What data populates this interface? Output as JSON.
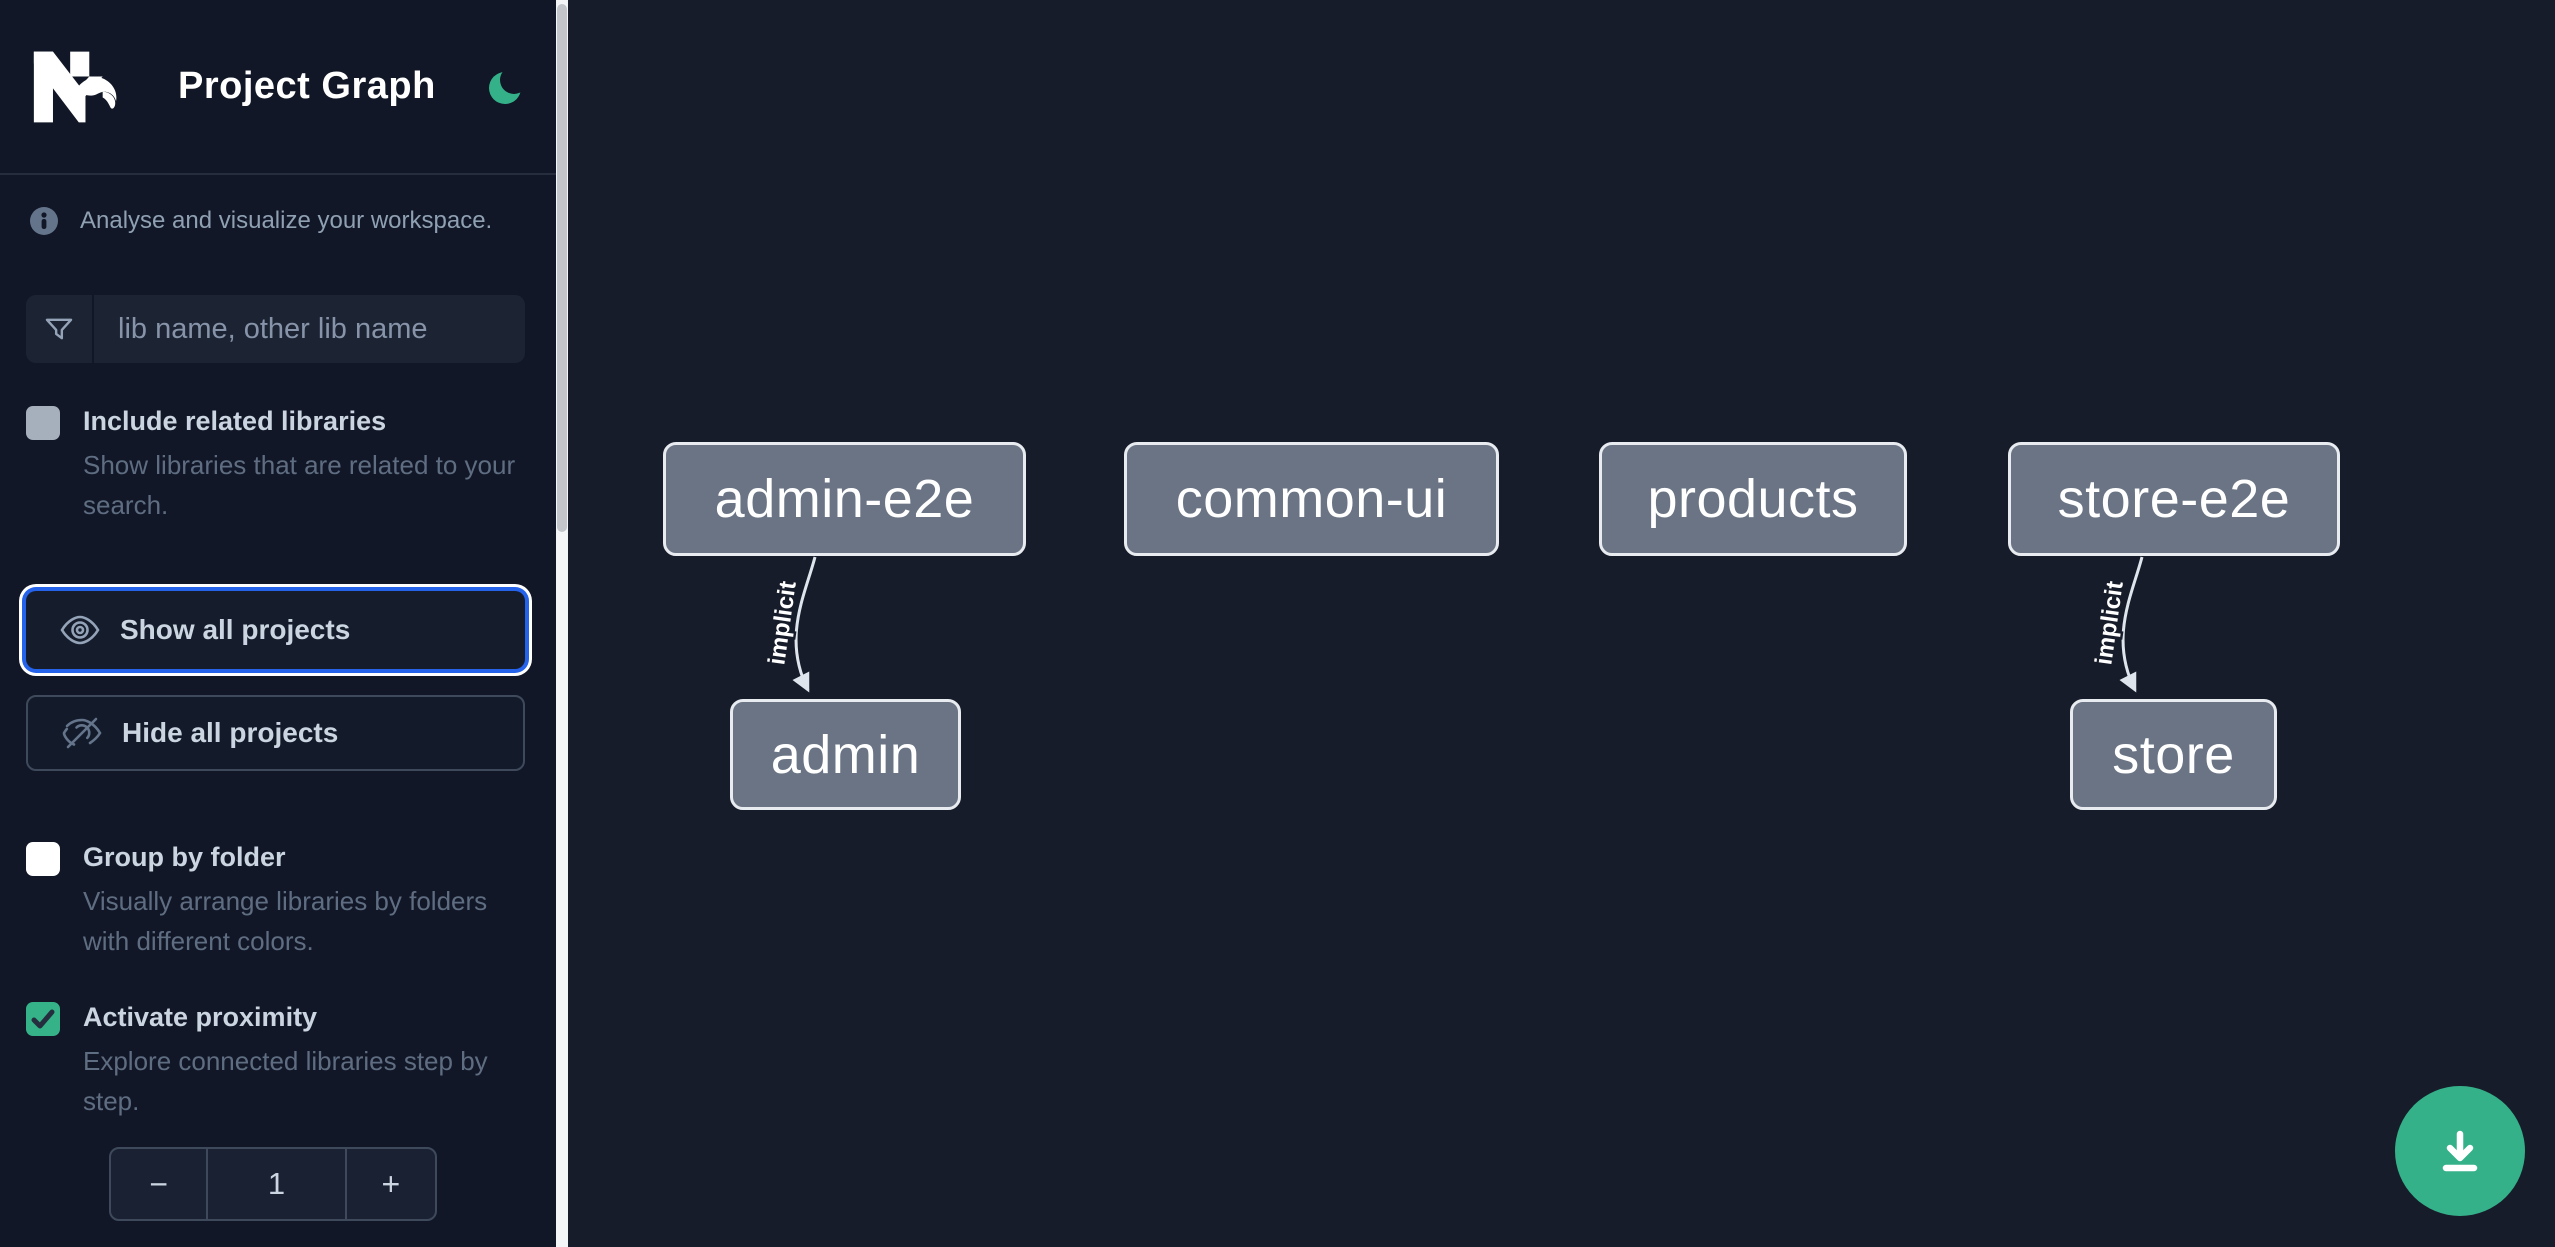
{
  "header": {
    "title": "Project Graph",
    "logo": "nx-logo",
    "theme_toggle": "moon-icon"
  },
  "sidebar": {
    "info_text": "Analyse and visualize your workspace.",
    "search": {
      "placeholder": "lib name, other lib name",
      "value": ""
    },
    "include_related": {
      "label": "Include related libraries",
      "description": "Show libraries that are related to your search.",
      "checked": false
    },
    "show_all_label": "Show all projects",
    "hide_all_label": "Hide all projects",
    "group_by_folder": {
      "label": "Group by folder",
      "description": "Visually arrange libraries by folders with different colors.",
      "checked": false
    },
    "activate_proximity": {
      "label": "Activate proximity",
      "description": "Explore connected libraries step by step.",
      "checked": true
    },
    "stepper": {
      "decrement": "−",
      "value": "1",
      "increment": "+"
    }
  },
  "graph": {
    "nodes": [
      {
        "id": "admin-e2e",
        "label": "admin-e2e"
      },
      {
        "id": "common-ui",
        "label": "common-ui"
      },
      {
        "id": "products",
        "label": "products"
      },
      {
        "id": "store-e2e",
        "label": "store-e2e"
      },
      {
        "id": "admin",
        "label": "admin"
      },
      {
        "id": "store",
        "label": "store"
      }
    ],
    "edges": [
      {
        "from": "admin-e2e",
        "to": "admin",
        "label": "implicit"
      },
      {
        "from": "store-e2e",
        "to": "store",
        "label": "implicit"
      }
    ]
  },
  "fab": {
    "icon": "download-icon"
  },
  "colors": {
    "accent_green": "#34b189",
    "focus_blue": "#2563eb",
    "sidebar_bg": "#111726",
    "canvas_bg": "#171c2a",
    "node_fill": "#6a7484",
    "node_border": "#e8ecf1"
  }
}
